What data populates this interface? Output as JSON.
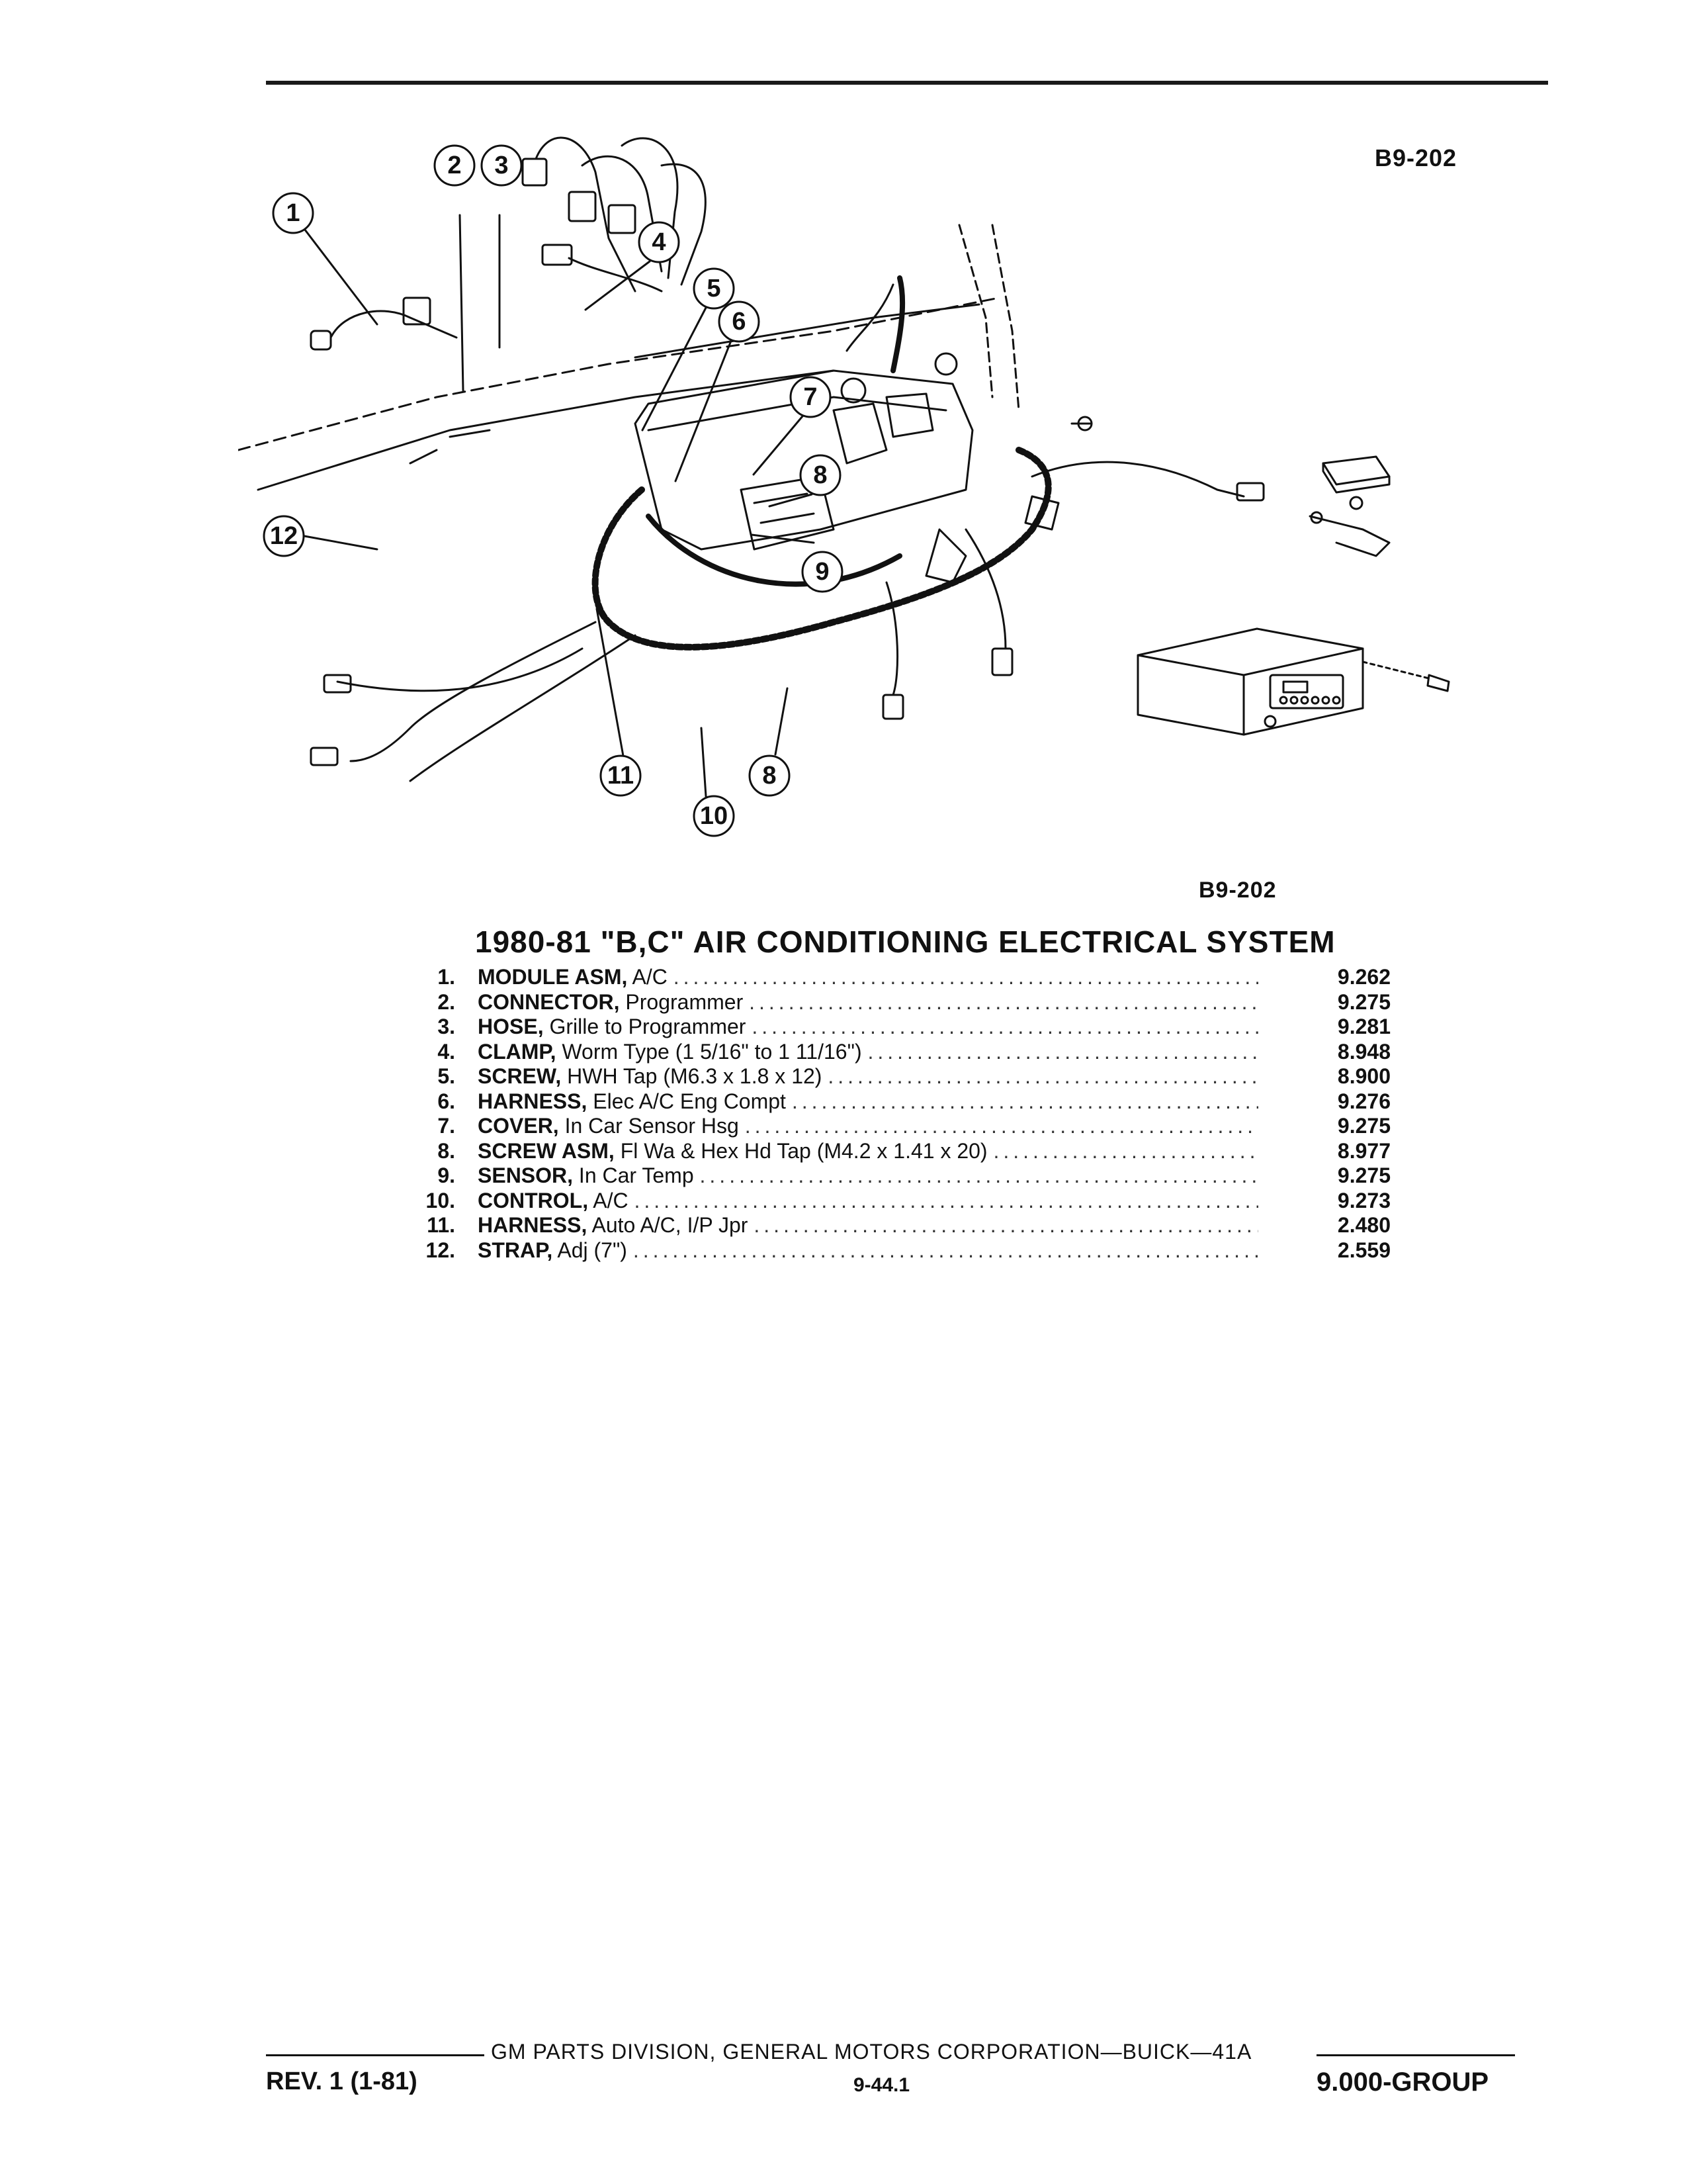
{
  "figure_id_top": "B9-202",
  "figure_id_bottom": "B9-202",
  "title": "1980-81 \"B,C\" AIR CONDITIONING ELECTRICAL SYSTEM",
  "callouts": [
    "1",
    "2",
    "3",
    "4",
    "5",
    "6",
    "7",
    "8",
    "9",
    "10",
    "11",
    "12",
    "8"
  ],
  "parts": [
    {
      "num": "1.",
      "name": "MODULE ASM,",
      "desc": "A/C",
      "ref": "9.262"
    },
    {
      "num": "2.",
      "name": "CONNECTOR,",
      "desc": "Programmer",
      "ref": "9.275"
    },
    {
      "num": "3.",
      "name": "HOSE,",
      "desc": "Grille to Programmer",
      "ref": "9.281"
    },
    {
      "num": "4.",
      "name": "CLAMP,",
      "desc": "Worm Type (1 5/16\" to 1 11/16\")",
      "ref": "8.948"
    },
    {
      "num": "5.",
      "name": "SCREW,",
      "desc": "HWH Tap (M6.3 x 1.8 x 12)",
      "ref": "8.900"
    },
    {
      "num": "6.",
      "name": "HARNESS,",
      "desc": "Elec A/C Eng Compt",
      "ref": "9.276"
    },
    {
      "num": "7.",
      "name": "COVER,",
      "desc": "In Car Sensor Hsg",
      "ref": "9.275"
    },
    {
      "num": "8.",
      "name": "SCREW ASM,",
      "desc": "Fl Wa & Hex Hd Tap (M4.2 x 1.41 x 20)",
      "ref": "8.977"
    },
    {
      "num": "9.",
      "name": "SENSOR,",
      "desc": "In Car Temp",
      "ref": "9.275"
    },
    {
      "num": "10.",
      "name": "CONTROL,",
      "desc": "A/C",
      "ref": "9.273"
    },
    {
      "num": "11.",
      "name": "HARNESS,",
      "desc": "Auto A/C, I/P Jpr",
      "ref": "2.480"
    },
    {
      "num": "12.",
      "name": "STRAP,",
      "desc": "Adj (7\")",
      "ref": "2.559"
    }
  ],
  "footer": {
    "corporation": "GM PARTS DIVISION, GENERAL MOTORS CORPORATION—BUICK—41A",
    "revision": "REV. 1 (1-81)",
    "page": "9-44.1",
    "group": "9.000-GROUP"
  }
}
